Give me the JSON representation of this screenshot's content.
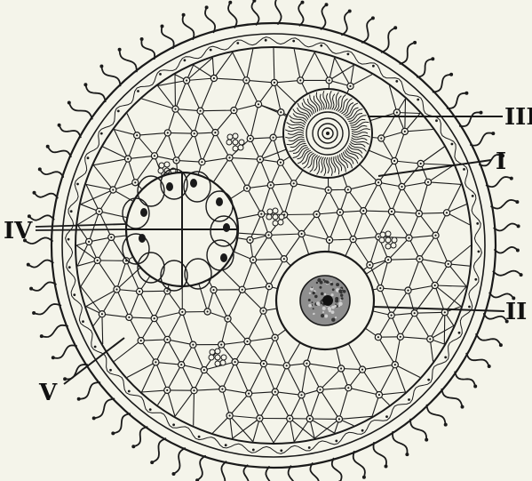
{
  "figure": {
    "labels": {
      "i": "I",
      "ii": "II",
      "iii": "III",
      "iv": "IV",
      "v": "V"
    },
    "colors": {
      "background": "#f4f4ea",
      "ink": "#1a1a1a",
      "nucleus_fill": "#8e8e8e"
    }
  }
}
